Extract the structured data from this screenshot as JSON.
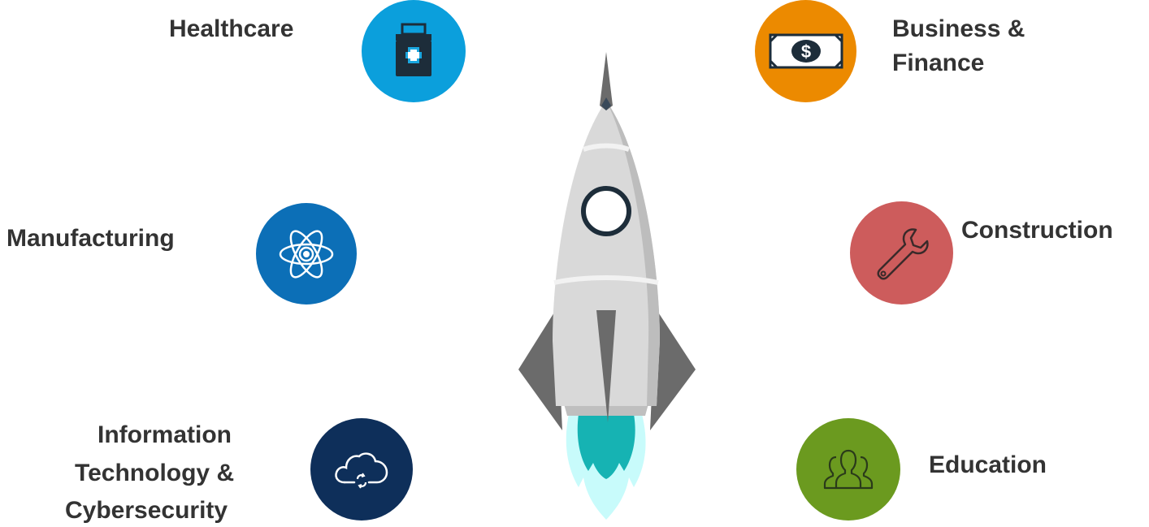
{
  "categories": {
    "healthcare": {
      "label": "Healthcare",
      "color": "#0b9fdc",
      "icon": "medicine-bottle-icon"
    },
    "business": {
      "label_line1": "Business &",
      "label_line2": "Finance",
      "color": "#ec8a00",
      "icon": "dollar-bill-icon"
    },
    "manufacturing": {
      "label": "Manufacturing",
      "color": "#0c6fb7",
      "icon": "atom-icon"
    },
    "construction": {
      "label": "Construction",
      "color": "#cd5c5c",
      "icon": "wrench-icon"
    },
    "it": {
      "label_line1": "Information",
      "label_line2": "Technology &",
      "label_line3": "Cybersecurity",
      "color": "#0e2f5a",
      "icon": "cloud-sync-icon"
    },
    "education": {
      "label": "Education",
      "color": "#6b9a1f",
      "icon": "people-group-icon"
    }
  },
  "rocket": {
    "icon": "rocket-icon",
    "body_color": "#d9d9d9",
    "fin_color": "#6b6b6b",
    "flame_color": "#16b3b3"
  }
}
